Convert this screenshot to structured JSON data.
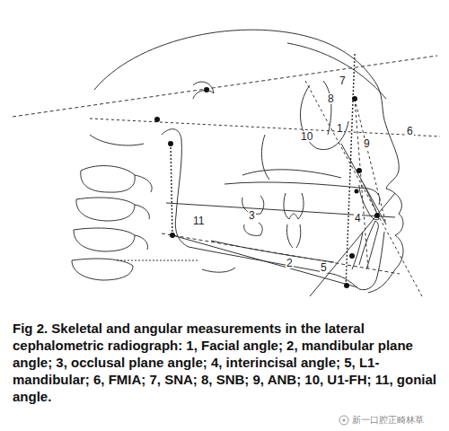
{
  "diagram": {
    "caption": "Fig 2. Skeletal and angular measurements in the lateral cephalometric radiograph: 1, Facial angle; 2, mandibular plane angle; 3, occlusal plane angle; 4, interincisal angle; 5, L1-mandibular; 6, FMIA; 7, SNA; 8, SNB; 9, ANB; 10, U1-FH; 11, gonial angle.",
    "labels": [
      "1",
      "2",
      "3",
      "4",
      "5",
      "6",
      "7",
      "8",
      "9",
      "10",
      "11",
      "新一口腔正畸林草"
    ]
  }
}
